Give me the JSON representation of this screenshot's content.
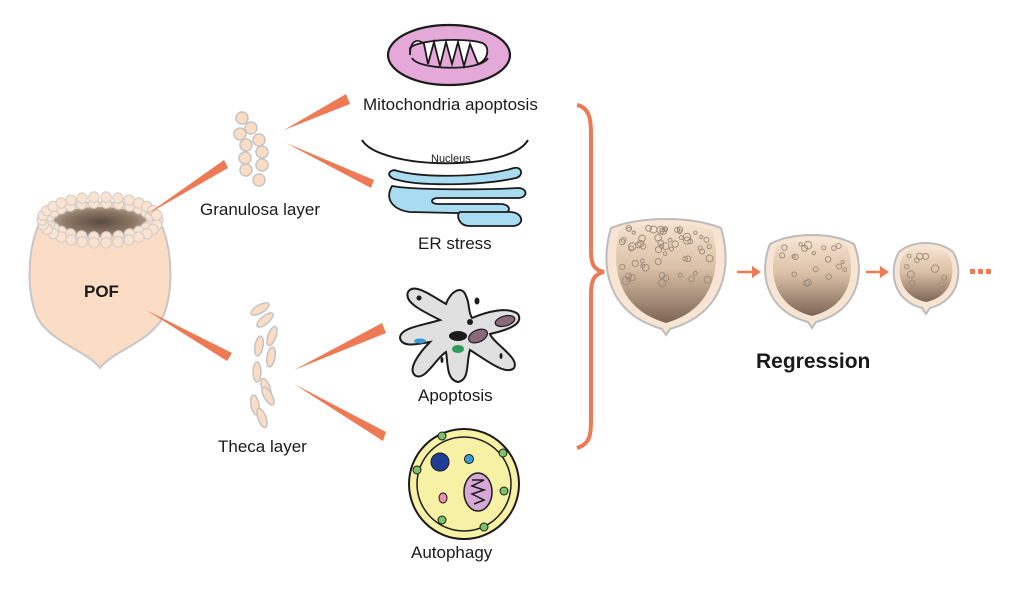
{
  "diagram": {
    "title": "Regression of postovulatory follicle (POF)",
    "source": {
      "label": "POF",
      "fill_color": "#fbdcc4"
    },
    "layers": [
      {
        "id": "granulosa",
        "label": "Granulosa layer"
      },
      {
        "id": "theca",
        "label": "Theca layer"
      }
    ],
    "mechanisms": [
      {
        "id": "mito",
        "label": "Mitochondria apoptosis",
        "layer": "granulosa"
      },
      {
        "id": "er",
        "label": "ER stress",
        "layer": "granulosa",
        "sublabel": "Nucleus"
      },
      {
        "id": "apop",
        "label": "Apoptosis",
        "layer": "theca"
      },
      {
        "id": "auto",
        "label": "Autophagy",
        "layer": "theca"
      }
    ],
    "outcome": {
      "label": "Regression",
      "stages": 3,
      "continuation": "..."
    },
    "colors": {
      "connector": "#ee7a55",
      "mito_fill": "#e4a9d8",
      "er_fill": "#a9dbf1",
      "apop_fill": "#e0e0e0",
      "auto_fill": "#f7f1a6",
      "auto_dot": "#7bc26b",
      "cell_fill": "#fbdcc4",
      "cell_stroke": "#c8c8c8"
    }
  }
}
